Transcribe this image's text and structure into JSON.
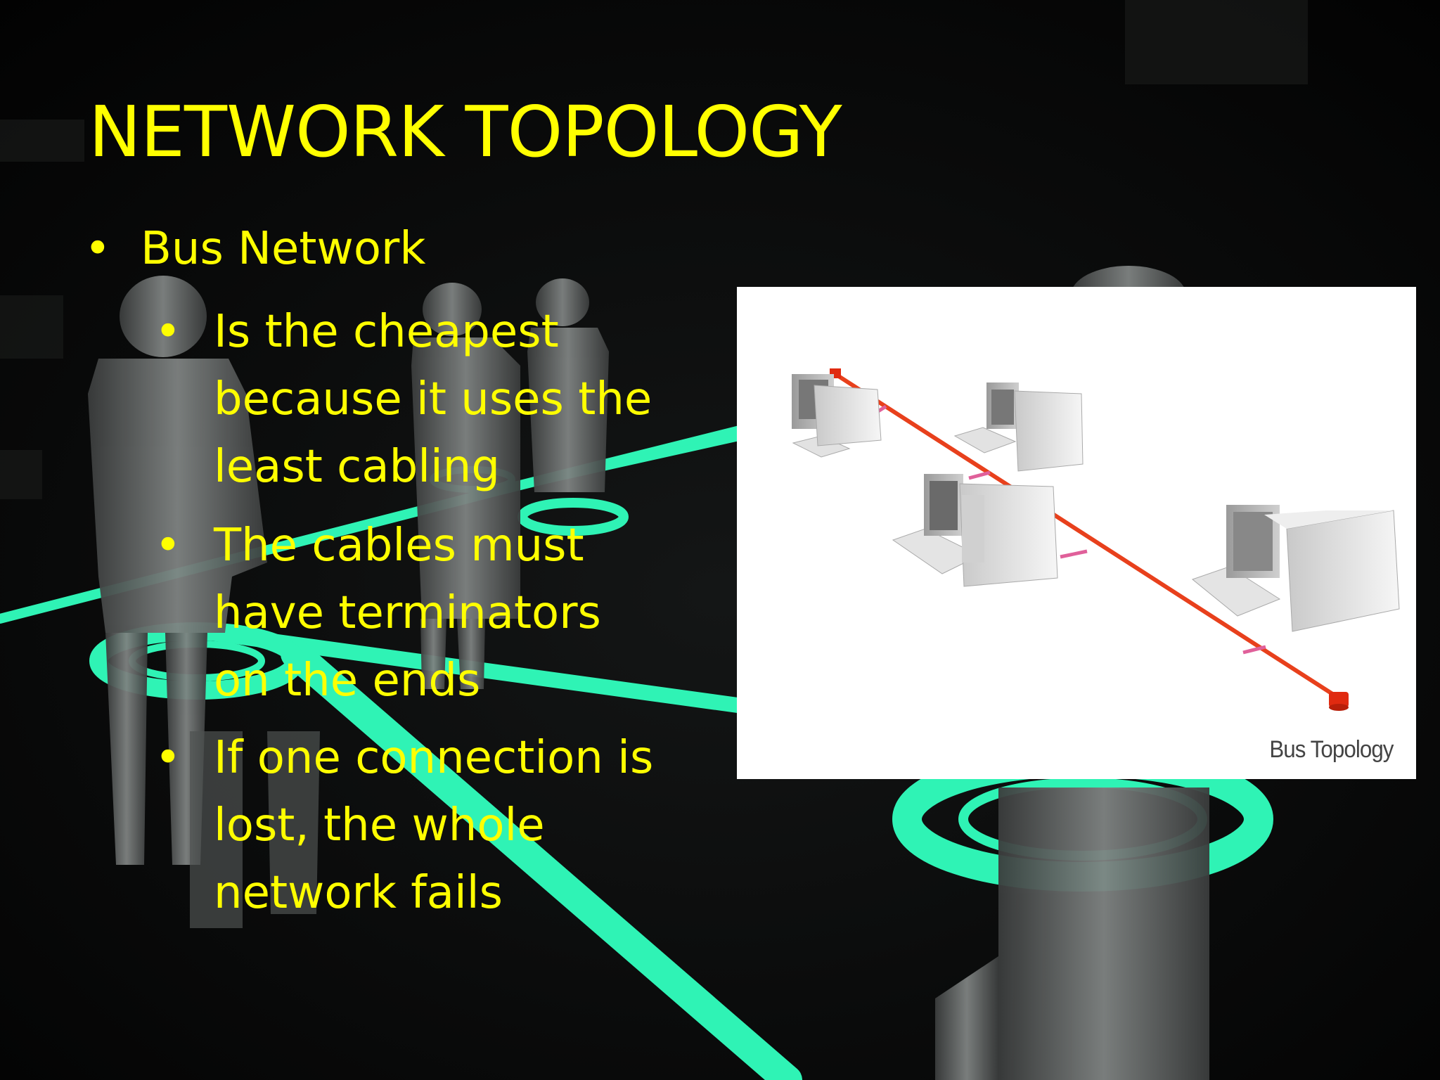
{
  "slide": {
    "title": "NETWORK TOPOLOGY",
    "bullet": {
      "marker": "•",
      "label": "Bus Network"
    },
    "sub_bullets": [
      {
        "marker": "•",
        "text": "Is the cheapest\nbecause it uses the\nleast cabling"
      },
      {
        "marker": "•",
        "text": "The cables must\nhave terminators\non the ends"
      },
      {
        "marker": "•",
        "text": "If one connection is\nlost, the whole\nnetwork fails"
      }
    ]
  },
  "picture": {
    "caption": "Bus Topology",
    "bus_color": "#e8401c",
    "drop_color": "#e0609a"
  },
  "colors": {
    "text": "#ffff00",
    "background": "#050606",
    "glow": "#2ff3b5"
  }
}
